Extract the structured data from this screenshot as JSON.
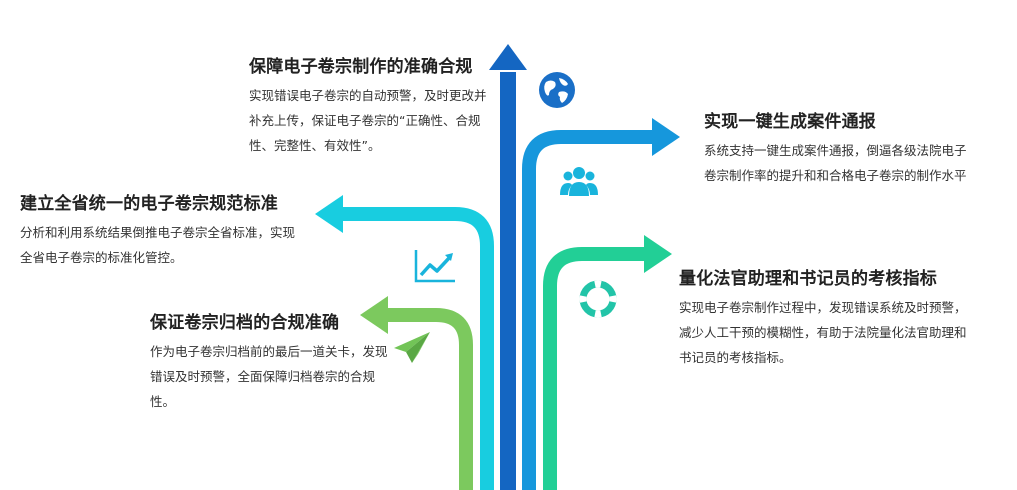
{
  "colors": {
    "blue_dark": "#1466c2",
    "blue_mid": "#1697dc",
    "cyan": "#18cde0",
    "teal": "#22cf96",
    "green": "#7cc95e",
    "icon_blue": "#1a6fc7",
    "icon_cyan": "#19b4dc",
    "icon_teal": "#22c4a8",
    "icon_green": "#72c457"
  },
  "items": [
    {
      "title": "保障电子卷宗制作的准确合规",
      "desc": "实现错误电子卷宗的自动预警，及时更改并补充上传，保证电子卷宗的“正确性、合规性、完整性、有效性”。",
      "icon": "globe-icon"
    },
    {
      "title": "实现一键生成案件通报",
      "desc": "系统支持一键生成案件通报，倒逼各级法院电子卷宗制作率的提升和和合格电子卷宗的制作水平",
      "icon": "users-icon"
    },
    {
      "title": "建立全省统一的电子卷宗规范标准",
      "desc": "分析和利用系统结果倒推电子卷宗全省标准，实现全省电子卷宗的标准化管控。",
      "icon": "chart-trend-icon"
    },
    {
      "title": "量化法官助理和书记员的考核指标",
      "desc": "实现电子卷宗制作过程中，发现错误系统及时预警，减少人工干预的模糊性，有助于法院量化法官助理和书记员的考核指标。",
      "icon": "lifebuoy-icon"
    },
    {
      "title": "保证卷宗归档的合规准确",
      "desc": "作为电子卷宗归档前的最后一道关卡，发现错误及时预警，全面保障归档卷宗的合规性。",
      "icon": "paper-plane-icon"
    }
  ]
}
